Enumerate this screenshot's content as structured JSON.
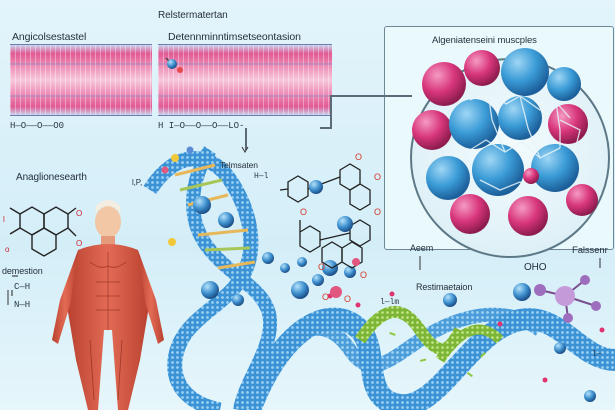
{
  "labels": {
    "top_center": "Relstermatertan",
    "left_membrane": "Angicolsestastel",
    "center_membrane": "Detennminntimsetseontasion",
    "panel_title": "Algeniatenseini muscples",
    "telmsaten": "Telmsaten",
    "anaglionesearth": "Anaglionesearth",
    "demestion": "demestion",
    "aeem": "Aeem",
    "falssenr": "Falssenr",
    "restimaetaion": "Restimaetaion",
    "oho": "OHO",
    "lp": "l,P,"
  },
  "chains": {
    "left": "H—O——O——O0",
    "center": "H  I—O——O——O——LO-",
    "ch": "C—H",
    "nh": "N—H",
    "hl": "H—l",
    "bars": "l—lm",
    "bar2": "l—"
  },
  "colors": {
    "membrane_pink": "#e05a93",
    "blue_sphere": "#3a9bd6",
    "magenta_sphere": "#d8367c",
    "muscle_red": "#d9574e",
    "dna_blue": "#3b93d6",
    "helix_green": "#8cc63f"
  }
}
